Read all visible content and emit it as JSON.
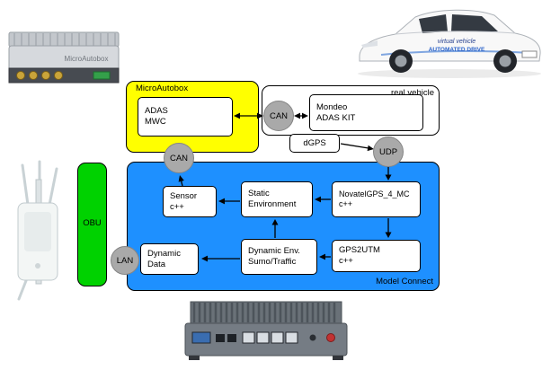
{
  "figure": {
    "description": "Co-simulation architecture: real vehicle, MicroAutobox and Model Connect coupled via CAN, UDP and LAN"
  },
  "groups": {
    "microautobox": {
      "label": "MicroAutobox",
      "color": "#ffff00"
    },
    "real_vehicle": {
      "label": "real vehicle",
      "color": "#ffffff"
    },
    "model_connect": {
      "label": "Model Connect",
      "color": "#1e90ff"
    },
    "obu": {
      "label": "OBU",
      "color": "#00d200"
    }
  },
  "nodes": {
    "adas_mwc": {
      "label": "ADAS\nMWC"
    },
    "mondeo_adas_kit": {
      "label": "Mondeo\nADAS KIT"
    },
    "dgps": {
      "label": "dGPS"
    },
    "sensor": {
      "label": "Sensor\nc++"
    },
    "static_environment": {
      "label": "Static\nEnvironment"
    },
    "novatel_gps": {
      "label": "NovatelGPS_4_MC\nc++"
    },
    "dynamic_data": {
      "label": "Dynamic\nData"
    },
    "dynamic_env": {
      "label": "Dynamic Env.\nSumo/Traffic"
    },
    "gps2utm": {
      "label": "GPS2UTM\nc++"
    }
  },
  "connectors": {
    "can_vehicle": {
      "label": "CAN",
      "color": "#a9a9a9"
    },
    "can_model": {
      "label": "CAN",
      "color": "#a9a9a9"
    },
    "udp": {
      "label": "UDP",
      "color": "#a9a9a9"
    },
    "lan": {
      "label": "LAN",
      "color": "#a9a9a9"
    }
  },
  "photos": {
    "microautobox_device": {
      "label": "MicroAutobox"
    },
    "vehicle": {
      "brand_line1": "virtual vehicle",
      "brand_line2": "AUTOMATED DRIVE"
    }
  }
}
